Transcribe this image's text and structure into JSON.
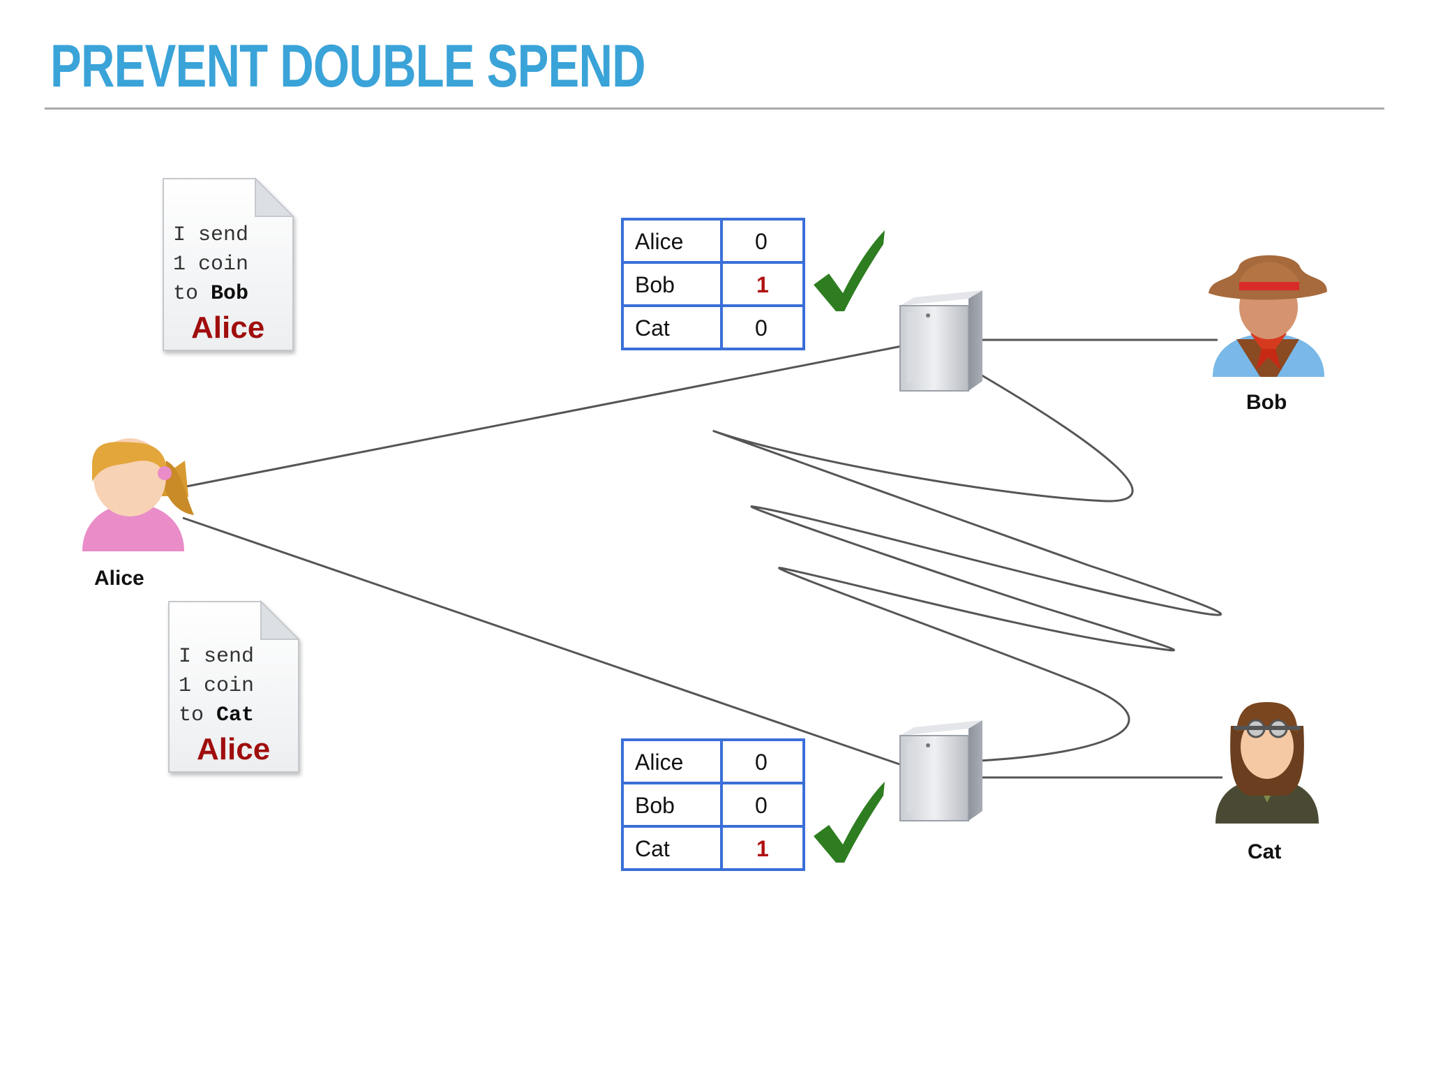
{
  "slide": {
    "title": "PREVENT DOUBLE SPEND"
  },
  "documents": [
    {
      "lines": [
        "I send",
        "1 coin",
        "to "
      ],
      "recipient": "Bob",
      "signature": "Alice"
    },
    {
      "lines": [
        "I send",
        "1 coin",
        "to "
      ],
      "recipient": "Cat",
      "signature": "Alice"
    }
  ],
  "people": {
    "alice": "Alice",
    "bob": "Bob",
    "cat": "Cat"
  },
  "ledgers": [
    {
      "rows": [
        {
          "name": "Alice",
          "value": "0",
          "highlight": false
        },
        {
          "name": "Bob",
          "value": "1",
          "highlight": true
        },
        {
          "name": "Cat",
          "value": "0",
          "highlight": false
        }
      ],
      "status_icon": "checkmark-icon"
    },
    {
      "rows": [
        {
          "name": "Alice",
          "value": "0",
          "highlight": false
        },
        {
          "name": "Bob",
          "value": "0",
          "highlight": false
        },
        {
          "name": "Cat",
          "value": "1",
          "highlight": true
        }
      ],
      "status_icon": "checkmark-icon"
    }
  ],
  "colors": {
    "title": "#3aa3d8",
    "table_border": "#3a6fd8",
    "highlight_value": "#b01010",
    "check": "#2e7d20",
    "signature": "#a01010"
  }
}
